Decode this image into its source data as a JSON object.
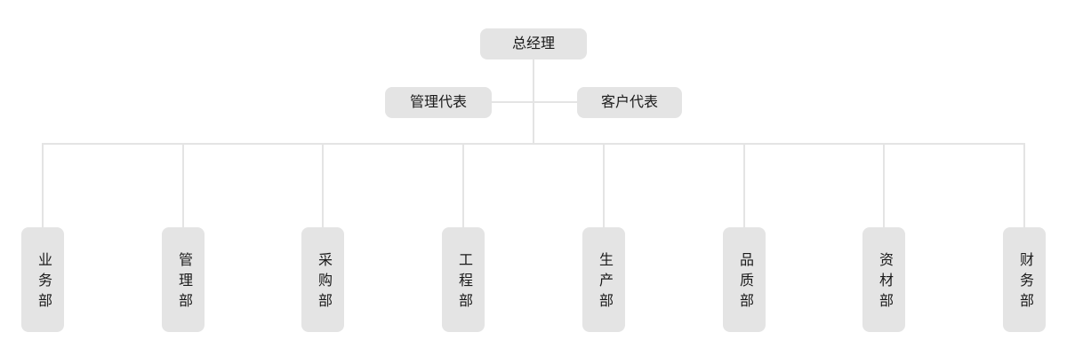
{
  "org": {
    "root": {
      "label": "总经理"
    },
    "level2": [
      {
        "label": "管理代表"
      },
      {
        "label": "客户代表"
      }
    ],
    "departments": [
      {
        "label": "业务部"
      },
      {
        "label": "管理部"
      },
      {
        "label": "采购部"
      },
      {
        "label": "工程部"
      },
      {
        "label": "生产部"
      },
      {
        "label": "品质部"
      },
      {
        "label": "资材部"
      },
      {
        "label": "财务部"
      }
    ]
  },
  "colors": {
    "box_bg": "#e4e4e4",
    "line": "#e4e4e4",
    "text": "#1a1a1a",
    "background": "#ffffff"
  }
}
